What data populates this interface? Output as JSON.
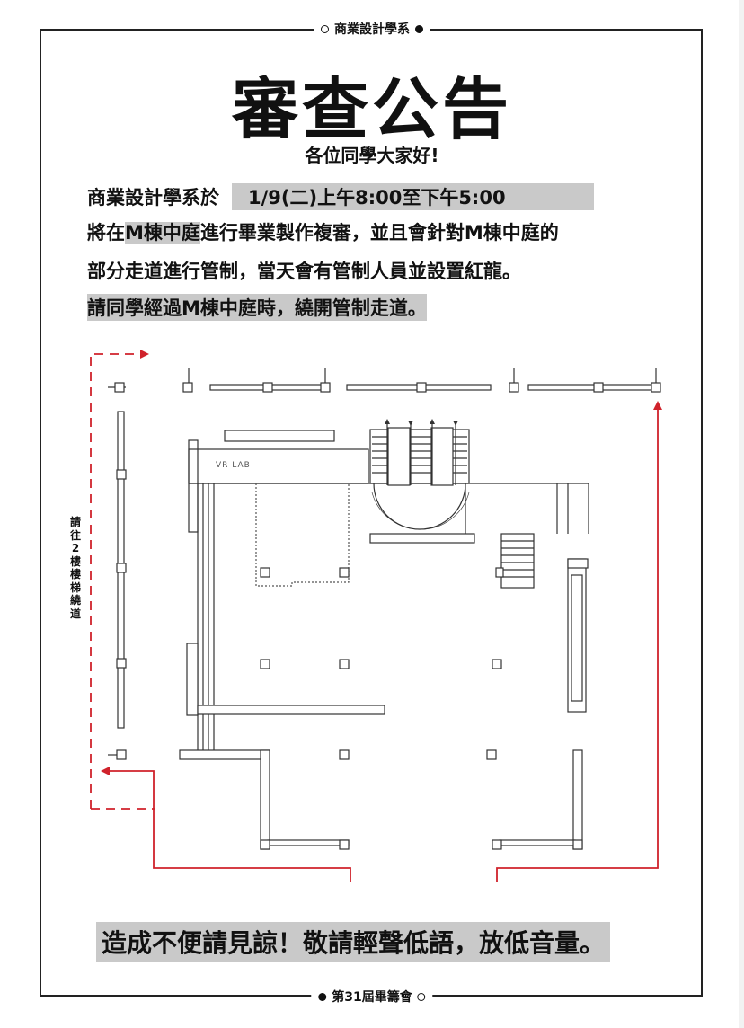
{
  "header": {
    "department_label": "商業設計學系"
  },
  "title": "審查公告",
  "greeting": "各位同學大家好!",
  "notice": {
    "line1_prefix": "商業設計學系於",
    "line1_time": "1/9(二)上午8:00至下午5:00",
    "line2_pre": "將在",
    "line2_hl": "M棟中庭",
    "line2_post": "進行畢業製作複審，並且會針對M棟中庭的",
    "line3": "部分走道進行管制，當天會有管制人員並設置紅龍。",
    "line4": "請同學經過M棟中庭時，繞開管制走道。"
  },
  "floorplan": {
    "detour_label": "請往2樓樓梯繞道",
    "room_label": "VR LAB",
    "colors": {
      "route": "#d0222b",
      "walls": "#333333"
    }
  },
  "closing": "造成不便請見諒！敬請輕聲低語，放低音量。",
  "footer": {
    "committee_label": "第31屆畢籌會"
  }
}
